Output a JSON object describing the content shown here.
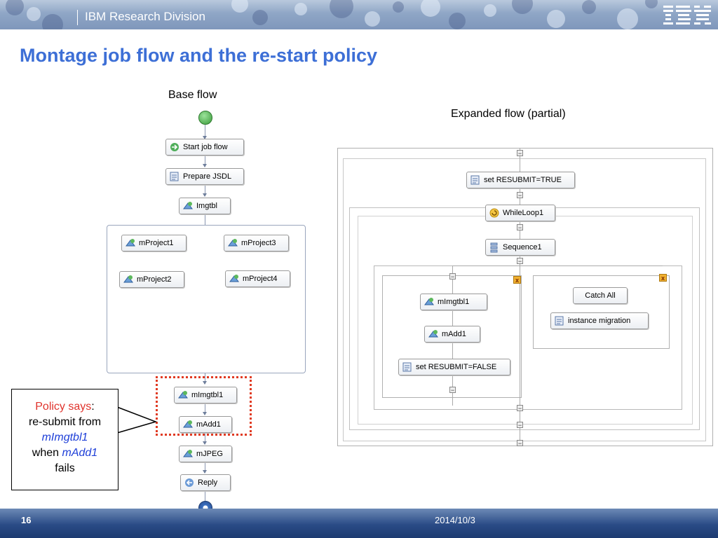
{
  "header": {
    "division": "IBM Research Division",
    "logo": "IBM"
  },
  "slide": {
    "title": "Montage job flow and the re-start policy"
  },
  "base_flow": {
    "label": "Base flow",
    "nodes": {
      "start": "Start job flow",
      "prepare": "Prepare JSDL",
      "imgtbl": "Imgtbl",
      "mproject1": "mProject1",
      "mproject2": "mProject2",
      "mproject3": "mProject3",
      "mproject4": "mProject4",
      "mimgtbl1": "mImgtbl1",
      "madd1": "mAdd1",
      "mjpeg": "mJPEG",
      "reply": "Reply"
    }
  },
  "expanded_flow": {
    "label": "Expanded flow (partial)",
    "nodes": {
      "set_true": "set RESUBMIT=TRUE",
      "while": "WhileLoop1",
      "sequence": "Sequence1",
      "mimgtbl1": "mImgtbl1",
      "madd1": "mAdd1",
      "set_false": "set RESUBMIT=FALSE",
      "catch_all": "Catch All",
      "migration": "instance migration"
    }
  },
  "policy": {
    "says": "Policy says",
    "colon": ":",
    "resubmit": "re-submit from",
    "target": "mImgtbl1",
    "when": "when",
    "trigger": "mAdd1",
    "fails": "fails"
  },
  "footer": {
    "page": "16",
    "date": "2014/10/3"
  },
  "colors": {
    "title": "#3d6fd6",
    "highlight": "#e03a22",
    "policy_red": "#e0332c",
    "policy_blue": "#1e3fd8"
  }
}
